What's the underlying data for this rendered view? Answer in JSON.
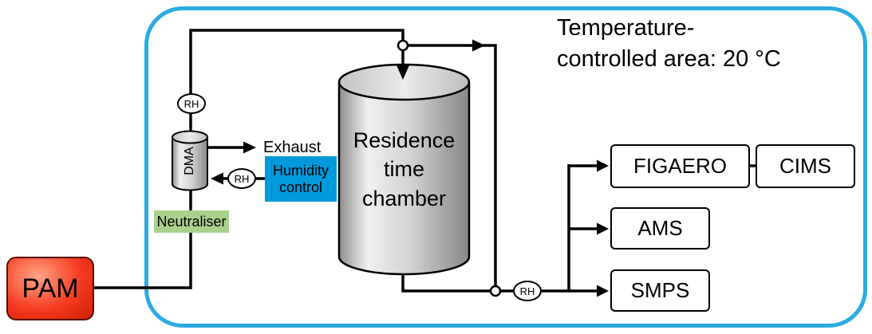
{
  "title": {
    "text": "Temperature-\ncontrolled area: 20 °C"
  },
  "pam": {
    "label": "PAM"
  },
  "dma": {
    "label": "DMA"
  },
  "chamber": {
    "label": "Residence time chamber"
  },
  "exhaust": {
    "label": "Exhaust"
  },
  "humidity_control": {
    "label": "Humidity control"
  },
  "neutraliser": {
    "label": "Neutraliser"
  },
  "rh": {
    "label": "RH"
  },
  "instruments": {
    "figaero": "FIGAERO",
    "cims": "CIMS",
    "ams": "AMS",
    "smps": "SMPS"
  },
  "colors": {
    "area_border": "#29abe2",
    "humidity_blue": "#0099db",
    "neutraliser_green": "#a9d18e",
    "pam_mid": "#f63b22",
    "pam_light": "#ffa584",
    "pam_dark": "#cf1f00",
    "line_black": "#000000"
  }
}
